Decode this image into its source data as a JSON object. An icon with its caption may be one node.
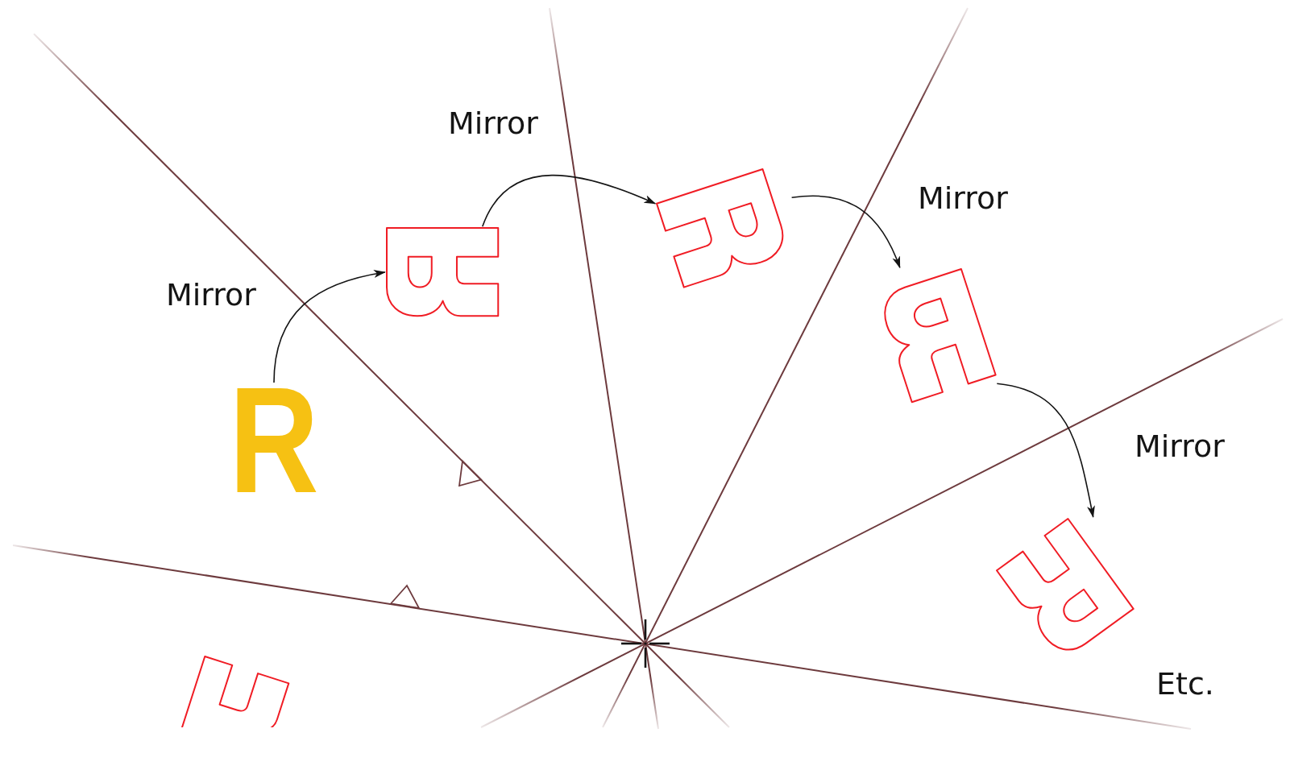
{
  "diagram": {
    "nodes": [
      {
        "text": [
          "R"
        ]
      },
      {
        "text": [],
        "shape": "picture"
      },
      {
        "text": [],
        "shape": "picture"
      },
      {
        "text": [],
        "shape": "picture"
      },
      {
        "text": [],
        "shape": "picture"
      },
      {
        "text": [],
        "shape": "picture"
      }
    ],
    "edges": [
      {
        "from": 0,
        "to": 1,
        "arrow": "to",
        "label": "Mirror"
      },
      {
        "from": 1,
        "to": 2,
        "arrow": "to",
        "label": "Mirror"
      },
      {
        "from": 2,
        "to": 3,
        "arrow": "to",
        "label": "Mirror"
      },
      {
        "from": 3,
        "to": 4,
        "arrow": "to",
        "label": "Mirror"
      }
    ],
    "labels": [
      "Etc."
    ]
  }
}
